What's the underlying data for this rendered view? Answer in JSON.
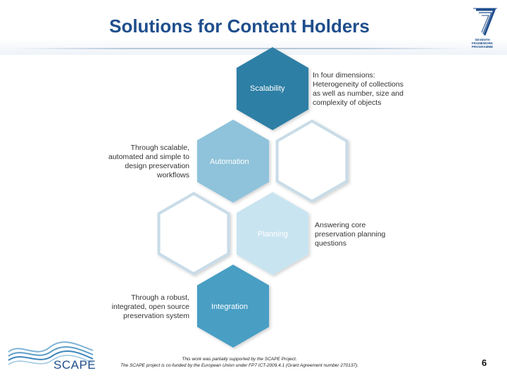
{
  "slide": {
    "title": "Solutions for Content Holders",
    "page_number": "6"
  },
  "hexagons": {
    "scalability": "Scalability",
    "automation": "Automation",
    "planning": "Planning",
    "integration": "Integration"
  },
  "descriptions": {
    "scalability": [
      "In four dimensions:",
      "Heterogeneity of collections",
      "as well as number, size and",
      "complexity of objects"
    ],
    "automation": [
      "Through scalable,",
      "automated and simple to",
      "design preservation",
      "workflows"
    ],
    "planning": [
      "Answering core",
      "preservation planning",
      "questions"
    ],
    "integration": [
      "Through a robust,",
      "integrated, open source",
      "preservation system"
    ]
  },
  "footer": {
    "line1": "This work was partially supported by the SCAPE Project.",
    "line2": "The SCAPE project is co-funded by the European Union under FP7 ICT-2009.4.1 (Grant Agreement number 270137)."
  },
  "logos": {
    "scape": "SCAPE",
    "fp7_caption_1": "SEVENTH FRAMEWORK",
    "fp7_caption_2": "PROGRAMME"
  },
  "colors": {
    "title": "#1f4e8c",
    "scalability_fill": "#2f7fa5",
    "automation_fill": "#8fc3db",
    "planning_fill": "#c9e4f1",
    "integration_fill": "#4a9ec4",
    "outline_stroke": "#c8dce8"
  }
}
